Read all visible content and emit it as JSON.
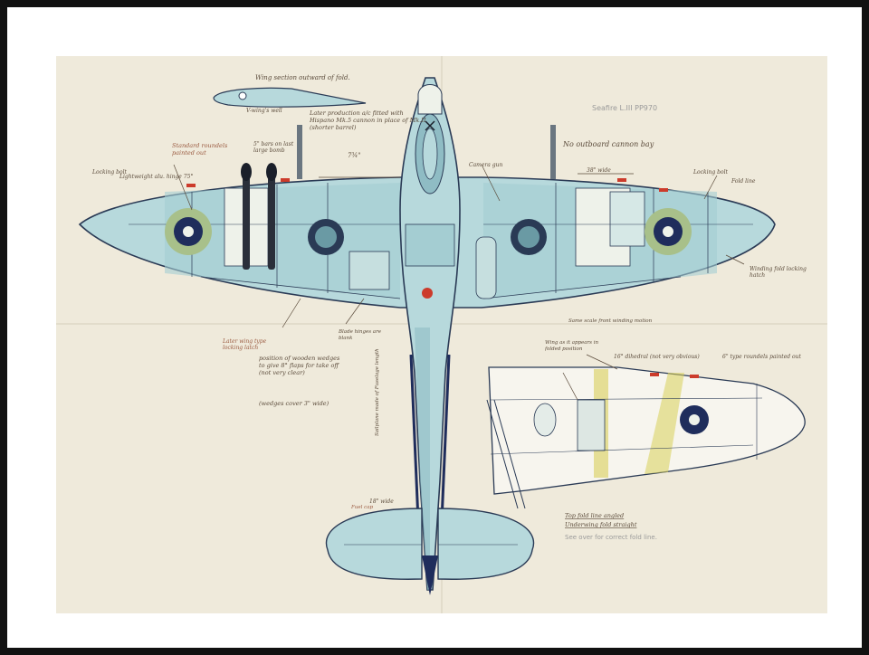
{
  "annotations": {
    "wing_section": "Wing section outward of fold.",
    "wing_section_sub": "V-wing's well",
    "title_pencil": "Seafire L.III   PP970",
    "later_production": "Later production a/c fitted with Hispano Mk.5 cannon in place of Mk.II (shorter barrel)",
    "no_outboard_cannon": "No outboard cannon bay",
    "standard_roundels": "Standard roundels painted out",
    "locking_bolt_left": "Locking bolt",
    "locking_bolt_right": "Locking bolt",
    "fold_line_top": "Fold line",
    "aluminium_hinge": "Lightweight alu. hinge 75°",
    "five_inch_bars": "5\" bars on last large bomb",
    "hinge_dim": "7¾\"",
    "camera_gun": "Camera gun",
    "dim_38": "38\" wide",
    "winding_fold": "Winding fold locking hatch",
    "later_wing_type": "Later wing type locking latch",
    "position_wooden_wedges": "position of wooden wedges to give 8° flaps for take off (not very clear)",
    "wedges_cover": "(wedges cover 3\" wide)",
    "blade_hinges": "Blade hinges are blank",
    "same_scale": "Same scale front winding motion",
    "six_degree_dihedral": "16° dihedral (not very obvious)",
    "six_inch_roundels": "6\" type roundels painted out",
    "folded_in_wing": "Wing as it appears in folded position",
    "top_fold_line": "Top fold line angled",
    "underwing_fold": "Underwing fold straight",
    "see_over": "See over for correct fold line.",
    "tailplane_width": "18\" wide",
    "fuel_cap": "Fuel cap",
    "sailplane_spec": "Sailplane made of Fuselage length"
  },
  "colors": {
    "paper": "#efeadb",
    "airframe_blue": "#b7d9dc",
    "airframe_shade": "#8fbcc4",
    "ink": "#2a3a55",
    "roundel_blue": "#1f2d5c",
    "roundel_ring": "#a8c08a",
    "red_mark": "#cc3b2b",
    "yellow_wash": "#d8cf5a"
  },
  "icons": {
    "roundel_left": "roundel-icon",
    "roundel_right": "roundel-icon",
    "roundel_detail": "roundel-icon"
  }
}
